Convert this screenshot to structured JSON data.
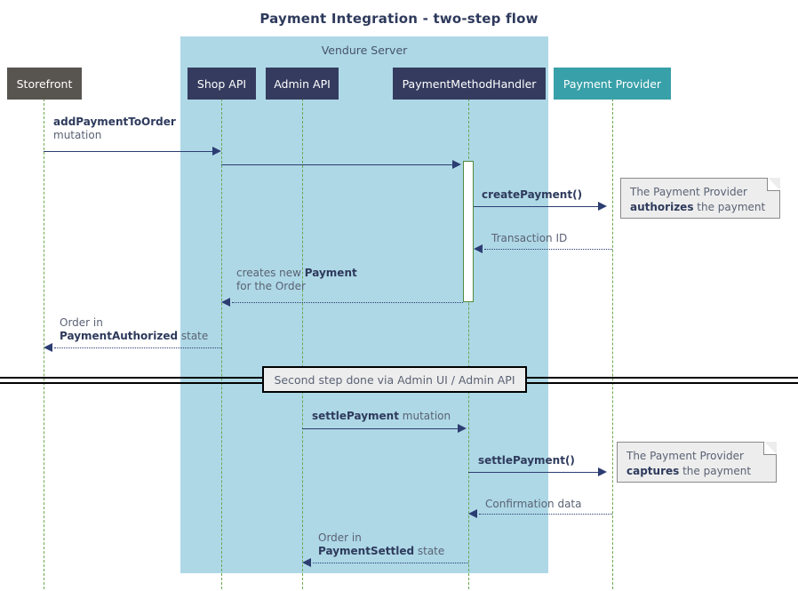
{
  "title": "Payment Integration - two-step flow",
  "group": {
    "label": "Vendure Server"
  },
  "colors": {
    "band": "#aed8e6",
    "actor_gray": "#58544f",
    "actor_navy": "#343b5e",
    "actor_teal": "#38a0a8",
    "lifeline": "#6aa84f",
    "arrow": "#2c3d72",
    "note_fill": "#ededed",
    "title_text": "#2e3a5c"
  },
  "participants": [
    {
      "name": "storefront",
      "label": "Storefront",
      "style": "gray"
    },
    {
      "name": "shop-api",
      "label": "Shop API",
      "style": "navy"
    },
    {
      "name": "admin-api",
      "label": "Admin API",
      "style": "navy"
    },
    {
      "name": "payment-method-handler",
      "label": "PaymentMethodHandler",
      "style": "navy"
    },
    {
      "name": "payment-provider",
      "label": "Payment Provider",
      "style": "teal"
    }
  ],
  "messages": [
    {
      "name": "add-payment-to-order",
      "from": "storefront",
      "to": "shop-api",
      "line_1_bold": "addPaymentToOrder",
      "line_1_rest": "",
      "line_2_bold": "",
      "line_2_rest": "mutation",
      "style": "solid",
      "direction": "right"
    },
    {
      "name": "shop-api-to-handler",
      "from": "shop-api",
      "to": "payment-method-handler",
      "line_1_bold": "",
      "line_1_rest": "",
      "style": "solid",
      "direction": "right"
    },
    {
      "name": "create-payment",
      "from": "payment-method-handler",
      "to": "payment-provider",
      "line_1_bold": "createPayment()",
      "line_1_rest": "",
      "style": "solid",
      "direction": "right"
    },
    {
      "name": "transaction-id",
      "from": "payment-provider",
      "to": "payment-method-handler",
      "line_1_bold": "",
      "line_1_rest": "Transaction ID",
      "style": "dotted",
      "direction": "left"
    },
    {
      "name": "creates-new-payment",
      "from": "payment-method-handler",
      "to": "shop-api",
      "line_1_pre": "creates new ",
      "line_1_bold": "Payment",
      "line_1_post": "",
      "line_2_rest": "for the Order",
      "style": "dotted",
      "direction": "left"
    },
    {
      "name": "order-payment-authorized",
      "from": "shop-api",
      "to": "storefront",
      "line_1_rest": "Order in",
      "line_2_bold": "PaymentAuthorized",
      "line_2_post": " state",
      "style": "dotted",
      "direction": "left"
    },
    {
      "name": "settle-payment-mutation",
      "from": "admin-api",
      "to": "payment-method-handler",
      "line_1_bold": "settlePayment",
      "line_1_post": " mutation",
      "style": "solid",
      "direction": "right"
    },
    {
      "name": "settle-payment-call",
      "from": "payment-method-handler",
      "to": "payment-provider",
      "line_1_bold": "settlePayment()",
      "style": "solid",
      "direction": "right"
    },
    {
      "name": "confirmation-data",
      "from": "payment-provider",
      "to": "payment-method-handler",
      "line_1_rest": "Confirmation data",
      "style": "dotted",
      "direction": "left"
    },
    {
      "name": "order-payment-settled",
      "from": "payment-method-handler",
      "to": "admin-api",
      "line_1_rest": "Order in",
      "line_2_bold": "PaymentSettled",
      "line_2_post": " state",
      "style": "dotted",
      "direction": "left"
    }
  ],
  "notes": [
    {
      "name": "note-authorizes",
      "line_1": "The Payment Provider",
      "line_2_bold": "authorizes",
      "line_2_rest": " the payment"
    },
    {
      "name": "note-captures",
      "line_1": "The Payment Provider",
      "line_2_bold": "captures",
      "line_2_rest": " the payment"
    }
  ],
  "divider": {
    "label": "Second step done via Admin UI / Admin API"
  }
}
